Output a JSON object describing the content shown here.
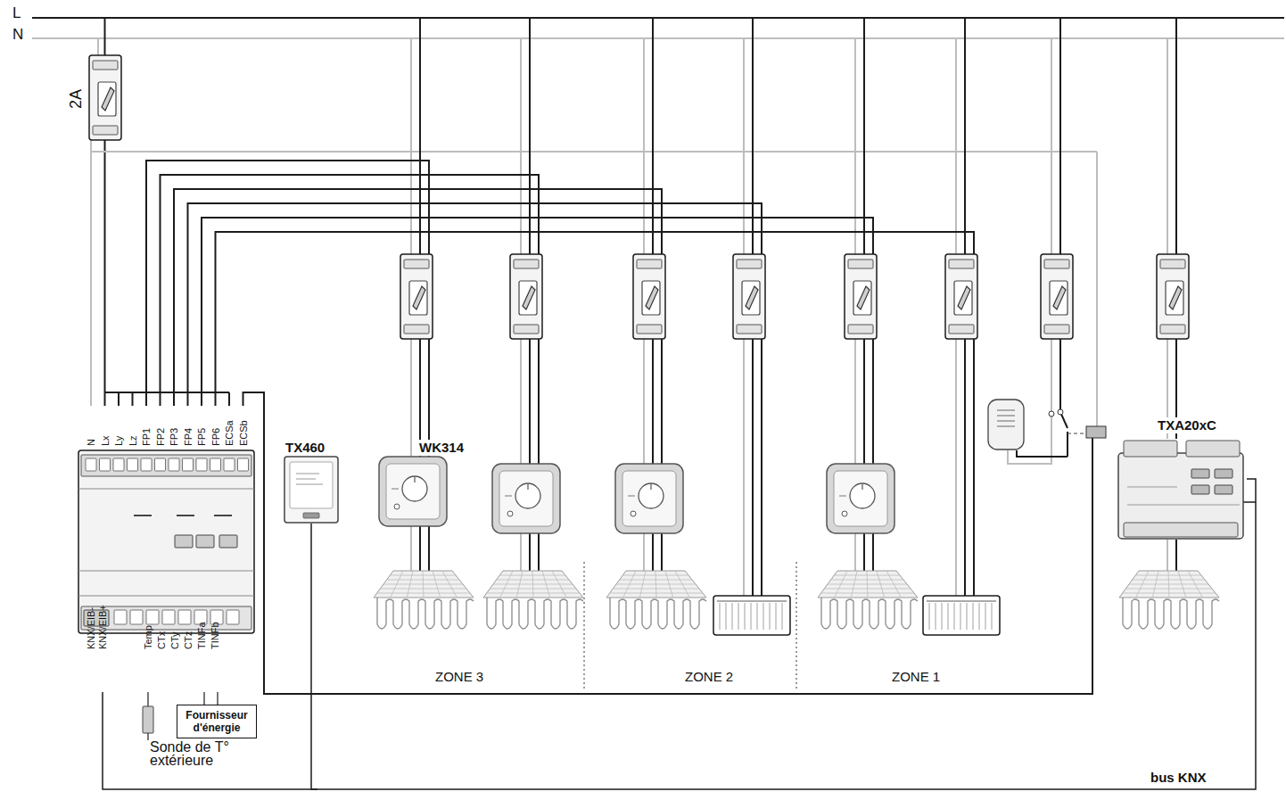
{
  "diagram": {
    "nodes": [
      {
        "text": [
          "TX460"
        ]
      },
      {
        "text": [
          "WK314"
        ]
      },
      {
        "text": [
          "TXA20xC"
        ]
      },
      {
        "text": [
          "Fournisseur d'énergie"
        ]
      }
    ],
    "edges": [
      {
        "from": 0,
        "to": 2,
        "arrow": "none",
        "label": "bus KNX"
      }
    ],
    "labels": [
      "L",
      "N",
      "2A",
      "N",
      "Lx",
      "Ly",
      "Lz",
      "FP1",
      "FP2",
      "FP3",
      "FP4",
      "FP5",
      "FP6",
      "ECSa",
      "ECSb",
      "KNX/EIB-",
      "KNX/EIB+",
      "Temp",
      "CTx",
      "CTy",
      "CTz",
      "TINFa",
      "TINFb",
      "Sonde de T° extérieure",
      "ZONE 3",
      "ZONE 2",
      "ZONE 1"
    ]
  }
}
